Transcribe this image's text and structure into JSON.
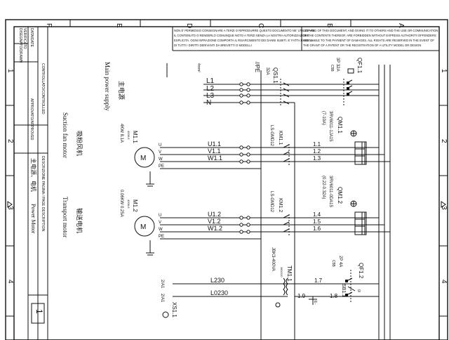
{
  "frame": {
    "columns": [
      "F",
      "E",
      "D",
      "C",
      "B",
      "A"
    ],
    "rows": [
      "1",
      "2",
      "3",
      "4"
    ]
  },
  "notices": {
    "italian": [
      "NON E' PERMESSO CONSEGNARE A TERZI O RIPRODURRE QUESTO DOCUMENTO NE' UTILIZZARE",
      "IL CONTENUTO O RENDERLO COMUNQUE NOTO A TERZI SENZA LA NOSTRA AUTORIZZAZIONE",
      "ESPLICITA. OGNI INFRAZIONE COMPORTA IL RISARCIMENTO DEI DANNI SUBITI. E' FATTA RISERVA",
      "DI TUTTI I DIRITTI DERIVANTI DA BREVETTI O MODELLI"
    ],
    "english": [
      "COPYING OF THIS DOCUMENT, AND GIVING IT TO OTHERS AND THE USE OR COMMUNICATION",
      "OF THE CONTENTS THEREOF, ARE FORBIDDEN WITHOUT EXPRESS AUTHORITY.OFFENDERS",
      "ARE LIABLE TO THE PAYMENT OF DAMAGES. ALL RIGHTS ARE RESERVED IN THE EVENT OF",
      "THE GRANT OF A PATENT OR THE REGISTRATION OF A UTILITY MODEL OR DESIGN"
    ]
  },
  "title_block": {
    "approvals": [
      "DISEGNATO/DRAWN",
      "VERIFICATO",
      "CONTROLLATO",
      "DATA/DATE"
    ],
    "controlled": "CONTROLLATO/CONTROLLED",
    "approvato": "APPROVATO/APPROVED",
    "page_desc": "DESCRIZIONE PAGINA / PAGE DESCRIPTION",
    "page_desc_cn": "主电源、电机",
    "page_desc_en": "Power Motor",
    "sheet_no": "1"
  },
  "sections": {
    "main_supply_cn": "主电源",
    "main_supply_en": "Main power supply",
    "suction_cn": "吸粉风机",
    "suction_en": "Suction fan motor",
    "transport_cn": "输送电机",
    "transport_en": "Transport motor"
  },
  "mains": {
    "lines": [
      "L1",
      "L2",
      "L3",
      "N"
    ],
    "note": "4mm²",
    "qs_label": "QS1.1",
    "qs_rating": "32A",
    "qf_label": "QF1.1",
    "qf_rating": "3P  32A",
    "qf_curve": "C5B",
    "pe_label": "//PE"
  },
  "motor1": {
    "label": "M1.1",
    "model": "4008-6",
    "power": "4KW  8.1A",
    "terminals": [
      "U",
      "V",
      "W",
      "PE"
    ],
    "wires": [
      "U1.1",
      "V1.1",
      "W1.1"
    ],
    "contactor": "KM1.1",
    "contactor_model": "LS-GMD12",
    "breaker": "QM1.1",
    "breaker_model": "3RV6011-1JA15",
    "breaker_range": "(7-10A)",
    "nodes": [
      "1.1",
      "1.2",
      "1.3"
    ]
  },
  "motor2": {
    "label": "M1.2",
    "model": "4008-6",
    "power": "0.06KW  0.25A",
    "terminals": [
      "U",
      "V",
      "W",
      "PE"
    ],
    "wires": [
      "U1.2",
      "V1.2",
      "W1.2"
    ],
    "contactor": "KM1.2",
    "contactor_model": "LS-GMD12",
    "breaker": "QM1.2",
    "breaker_model": "3RV6011-0DA15",
    "breaker_range": "(0.22-0.32A)",
    "nodes": [
      "1.4",
      "1.5",
      "1.6"
    ]
  },
  "control": {
    "transformer": "TM1.1",
    "transformer_model": "JBK3-400VA",
    "transformer_rating": "380/220",
    "l_wire": "L230",
    "n_wire": "L0230",
    "left_terminals": [
      "2/A1",
      "2/A1"
    ],
    "nodes": [
      "1.7",
      "1.8",
      "1.9"
    ],
    "breaker": "QF1.2",
    "breaker_rating": "2P  4A",
    "breaker_curve": "C5B",
    "switch": "SB1.1",
    "socket": "XS1.1",
    "switch_mark": "E-",
    "switch_mark2": "0/"
  }
}
